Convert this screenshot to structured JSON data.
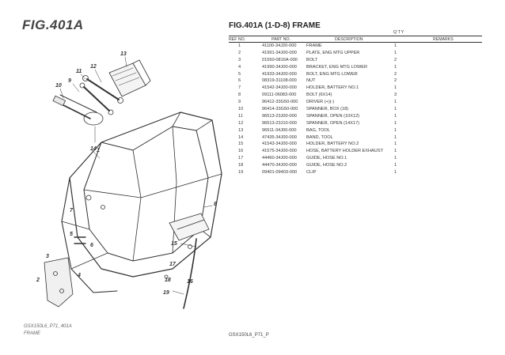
{
  "figure": {
    "title": "FIG.401A",
    "footer_line1": "GSX150L6_P71_401A",
    "footer_line2": "FRAME",
    "callouts": [
      "13",
      "12",
      "11",
      "9",
      "10",
      "14",
      "1",
      "7",
      "5",
      "6",
      "3",
      "4",
      "2",
      "8",
      "15",
      "16",
      "17",
      "18",
      "19"
    ]
  },
  "parts_list": {
    "title": "FIG.401A (1-D-8) FRAME",
    "qty_label": "Q'TY",
    "headers": {
      "ref": "REF NO.",
      "part": "PART NO.",
      "desc": "DESCRIPTION",
      "remarks": "REMARKS"
    },
    "rows": [
      {
        "ref": "1",
        "part": "41100-34J20-000",
        "desc": "FRAME",
        "qty": "1"
      },
      {
        "ref": "2",
        "part": "41991-34J00-000",
        "desc": "PLATE, ENG MTG UPPER",
        "qty": "1"
      },
      {
        "ref": "3",
        "part": "01550-0816A-000",
        "desc": "BOLT",
        "qty": "2"
      },
      {
        "ref": "4",
        "part": "41990-34J00-000",
        "desc": "BRACKET, ENG MTG LOWER",
        "qty": "1"
      },
      {
        "ref": "5",
        "part": "41933-34J00-000",
        "desc": "BOLT, ENG MTG LOWER",
        "qty": "2"
      },
      {
        "ref": "6",
        "part": "08319-31108-000",
        "desc": "NUT",
        "qty": "2"
      },
      {
        "ref": "7",
        "part": "41542-34J00-000",
        "desc": "HOLDER, BATTERY NO.1",
        "qty": "1"
      },
      {
        "ref": "8",
        "part": "09111-06083-000",
        "desc": "BOLT (6X14)",
        "qty": "3"
      },
      {
        "ref": "9",
        "part": "96412-33G50-000",
        "desc": "DRIVER (+)(-)",
        "qty": "1"
      },
      {
        "ref": "10",
        "part": "96414-33G50-000",
        "desc": "SPANNER, BOX (18)",
        "qty": "1"
      },
      {
        "ref": "11",
        "part": "96513-23J00-000",
        "desc": "SPANNER, OPEN (10X12)",
        "qty": "1"
      },
      {
        "ref": "12",
        "part": "96513-23J10-000",
        "desc": "SPANNER, OPEN (14X17)",
        "qty": "1"
      },
      {
        "ref": "13",
        "part": "96511-34J00-000",
        "desc": "BAG, TOOL",
        "qty": "1"
      },
      {
        "ref": "14",
        "part": "47435-34J00-000",
        "desc": "BAND, TOOL",
        "qty": "1"
      },
      {
        "ref": "15",
        "part": "41543-34J00-000",
        "desc": "HOLDER, BATTERY NO.2",
        "qty": "1"
      },
      {
        "ref": "16",
        "part": "41575-34J00-000",
        "desc": "HOSE, BATTERY HOLDER EXHAUST",
        "qty": "1"
      },
      {
        "ref": "17",
        "part": "44460-34J00-000",
        "desc": "GUIDE, HOSE NO.1",
        "qty": "1"
      },
      {
        "ref": "18",
        "part": "44470-34J00-000",
        "desc": "GUIDE, HOSE NO.2",
        "qty": "1"
      },
      {
        "ref": "19",
        "part": "09401-09403-000",
        "desc": "CLIP",
        "qty": "1"
      }
    ],
    "doc_code": "GSX150L6_P71_P"
  }
}
